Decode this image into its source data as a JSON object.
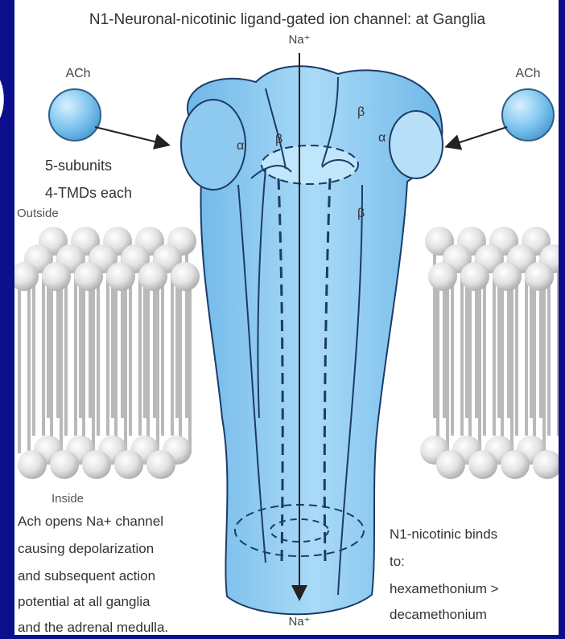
{
  "title": "N1-Neuronal-nicotinic ligand-gated ion channel: at Ganglia",
  "ion_top": "Na⁺",
  "ion_bottom": "Na⁺",
  "ligand_left": "ACh",
  "ligand_right": "ACh",
  "subunits_line1": "5-subunits",
  "subunits_line2": "4-TMDs each",
  "outside_label": "Outside",
  "inside_label": "Inside",
  "subunit_labels": {
    "alpha_left": "α",
    "beta_top_left": "β",
    "beta_top_right": "β",
    "alpha_right": "α",
    "beta_front": "β"
  },
  "left_note": [
    "Ach opens Na+ channel",
    "causing depolarization",
    "and subsequent action",
    "potential at all ganglia",
    "and the adrenal medulla."
  ],
  "right_note": [
    "N1-nicotinic binds",
    "to:",
    "hexamethonium >",
    "decamethonium"
  ],
  "edge_glyph": ")",
  "colors": {
    "slide_bg": "#0b0f8c",
    "panel_bg": "#ffffff",
    "channel_fill": "#8ec9ef",
    "channel_stroke": "#1c3b66",
    "lipid": "#d9d9d9"
  }
}
